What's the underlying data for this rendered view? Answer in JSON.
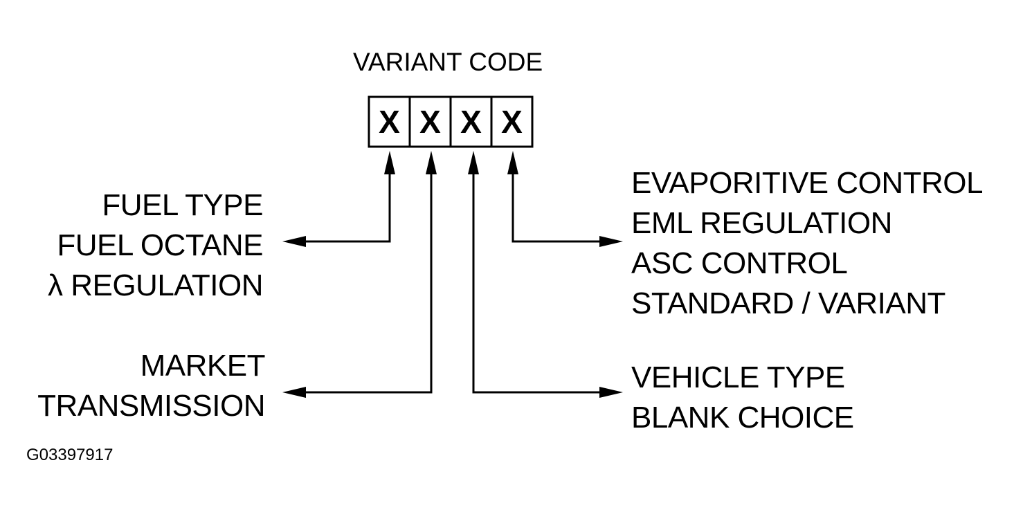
{
  "title": "VARIANT CODE",
  "code_cells": [
    "X",
    "X",
    "X",
    "X"
  ],
  "left_top_labels": [
    "FUEL TYPE",
    "FUEL OCTANE",
    "λ REGULATION"
  ],
  "left_bottom_labels": [
    "MARKET",
    "TRANSMISSION"
  ],
  "right_top_labels": [
    "EVAPORITIVE CONTROL",
    "EML REGULATION",
    "ASC CONTROL",
    "STANDARD / VARIANT"
  ],
  "right_bottom_labels": [
    "VEHICLE TYPE",
    "BLANK CHOICE"
  ],
  "figure_id": "G03397917"
}
